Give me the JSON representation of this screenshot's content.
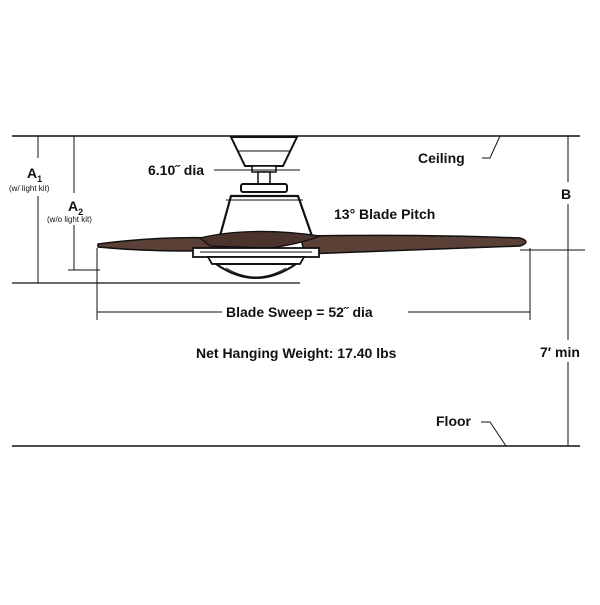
{
  "diagram": {
    "labels": {
      "a1": "A",
      "a1_sub": "1",
      "a1_note": "(w/ light kit)",
      "a2": "A",
      "a2_sub": "2",
      "a2_note": "(w/o light kit)",
      "canopy": "6.10˝ dia",
      "ceiling": "Ceiling",
      "b": "B",
      "pitch": "13° Blade Pitch",
      "sweep": "Blade Sweep = 52˝ dia",
      "weight": "Net Hanging Weight: 17.40 lbs",
      "min_height": "7′ min",
      "floor": "Floor"
    },
    "colors": {
      "line": "#111111",
      "blade": "#5a4036",
      "dark": "#2a2420"
    }
  }
}
